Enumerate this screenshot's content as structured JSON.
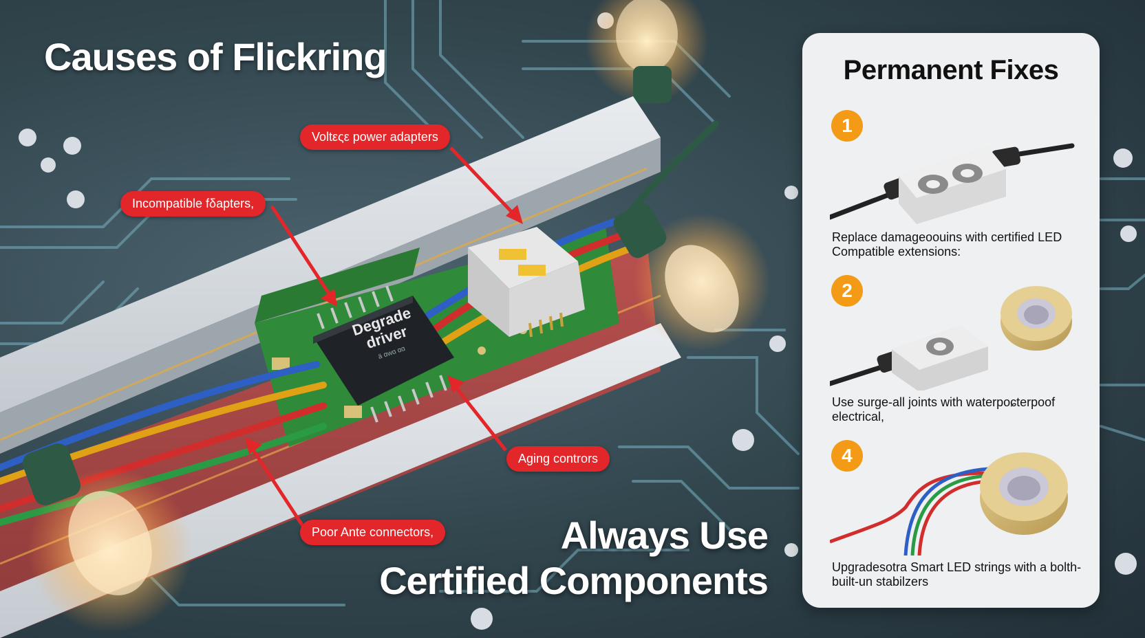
{
  "title": "Causes of Flickring",
  "callouts": [
    {
      "label": "Voltεςε power adapters"
    },
    {
      "label": "Incompatible fδapters,"
    },
    {
      "label": "Aging contrors"
    },
    {
      "label": "Poor Ante connectors,"
    }
  ],
  "chip": {
    "line1": "Degrade",
    "line2": "driver",
    "line3": "ä ɑwɑ ɑɑ"
  },
  "slogan": {
    "line1": "Always Use",
    "line2": "Certified Components"
  },
  "panel": {
    "title": "Permanent Fixes",
    "steps": [
      {
        "number": "1",
        "text": "Replace damageoouins with certified LED Compatible extensions:",
        "icon": "connector-block-icon"
      },
      {
        "number": "2",
        "text": "Use surge-all joints with waterpoɕterpoof electrical,",
        "icon": "connector-and-tape-icon"
      },
      {
        "number": "4",
        "text": "Upgradesotra Smart LED strings with a bolth- built-un stabilzers",
        "icon": "wires-and-tape-icon"
      }
    ]
  },
  "colors": {
    "callout_red": "#e3262a",
    "badge_orange": "#f39a16",
    "panel_bg": "#eef0f2",
    "circuit_trace": "#79b2c4",
    "pcb_green": "#2f8a3a"
  }
}
